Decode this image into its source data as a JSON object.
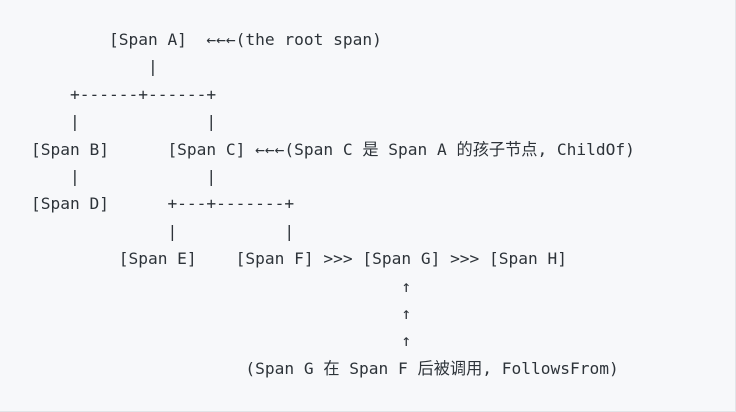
{
  "card": {
    "background_color": "#f7f8fa",
    "border_color": "#e2e4e8",
    "text_color": "#2d3339"
  },
  "diagram": {
    "kind": "ascii-art-tracing-span-tree",
    "font": "monospace",
    "lines": [
      "        [Span A]  ←←←(the root span)",
      "            |",
      "    +------+------+",
      "    |             |",
      "[Span B]      [Span C] ←←←(Span C 是 Span A 的孩子节点, ChildOf)",
      "    |             |",
      "[Span D]      +---+-------+",
      "              |           |",
      "         [Span E]    [Span F] >>> [Span G] >>> [Span H]",
      "                                      ↑",
      "                                      ↑",
      "                                      ↑",
      "                      (Span G 在 Span F 后被调用, FollowsFrom)"
    ],
    "nodes": [
      {
        "id": "A",
        "label": "[Span A]",
        "role": "root"
      },
      {
        "id": "B",
        "label": "[Span B]",
        "role": "child-of-A"
      },
      {
        "id": "C",
        "label": "[Span C]",
        "role": "child-of-A"
      },
      {
        "id": "D",
        "label": "[Span D]",
        "role": "child-of-B"
      },
      {
        "id": "E",
        "label": "[Span E]",
        "role": "child-of-C"
      },
      {
        "id": "F",
        "label": "[Span F]",
        "role": "child-of-C"
      },
      {
        "id": "G",
        "label": "[Span G]",
        "role": "follows-from-F"
      },
      {
        "id": "H",
        "label": "[Span H]",
        "role": "follows-from-G"
      }
    ],
    "annotations": {
      "root_note": "←←←(the root span)",
      "child_of_note": "←←←(Span C 是 Span A 的孩子节点, ChildOf)",
      "follows_from_note": "(Span G 在 Span F 后被调用, FollowsFrom)",
      "sequence_arrow": ">>>",
      "up_arrow": "↑",
      "left_arrow": "←"
    }
  }
}
